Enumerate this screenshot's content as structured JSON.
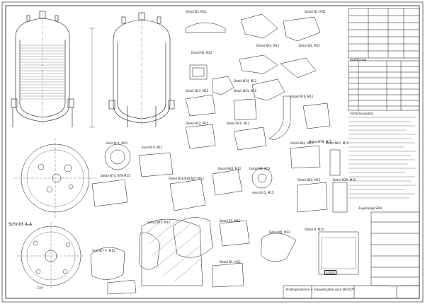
{
  "drawing": {
    "sheet_no": "33310",
    "watermark": "mfg.com",
    "bottom_caption": "Prüfmaßnahmen + Schweißnähte nach SN-0570",
    "legend_title": "Aufstellungsplan",
    "parts_title": "Ausführung",
    "revision_block_title": "Zugehörige SRbl",
    "scale_axis": "270°",
    "views": [
      {
        "id": "detail-n3-n12",
        "label": "Detail N3, M12"
      },
      {
        "id": "detail-n2-n5",
        "label": "Detail N2, M52"
      },
      {
        "id": "detail-n24-n12",
        "label": "Detail N24, M12"
      },
      {
        "id": "detail-n3-m12",
        "label": "Detail N3, M12"
      },
      {
        "id": "detail-n1-m52",
        "label": "Detail N1, M52"
      },
      {
        "id": "detail-n76-m15",
        "label": "Detail N76, M15"
      },
      {
        "id": "detail-n27-m15",
        "label": "Detail N27, M15"
      },
      {
        "id": "detail-n53-m15",
        "label": "Detail N53, M15"
      },
      {
        "id": "detail-n74-m12",
        "label": "Detail N74, M12"
      },
      {
        "id": "detail-n78-m15",
        "label": "Detail N78, M15"
      },
      {
        "id": "detail-n52-m15",
        "label": "Detail N52, M15"
      },
      {
        "id": "detail-n20-m12",
        "label": "Detail N20, M12"
      },
      {
        "id": "detail-n63-m12",
        "label": "Detail N63, M12"
      },
      {
        "id": "detail-n67-m15",
        "label": "Detail N67, M15"
      },
      {
        "id": "ansicht-x-m15",
        "label": "Ansicht X, M15"
      },
      {
        "id": "ansicht-p-m12",
        "label": "Ansicht P, M12"
      },
      {
        "id": "detail-n74-n78",
        "label": "Detail N74, N78 M15"
      },
      {
        "id": "detail-n26-n28",
        "label": "Detail N26,N28,N27 M12"
      },
      {
        "id": "detail-n40-m12",
        "label": "Detail N40, M12"
      },
      {
        "id": "detail-n8-m12",
        "label": "Detail N8, M12"
      },
      {
        "id": "ansicht-q-m15",
        "label": "Ansicht Q, M15"
      },
      {
        "id": "detail-n61-m15",
        "label": "Detail N61, M15"
      },
      {
        "id": "detail-n29-m15",
        "label": "Detail N29, M15"
      },
      {
        "id": "schnitt-a-a",
        "label": "Schnitt A-A"
      },
      {
        "id": "detail-n75-m12",
        "label": "Detail N75, M12"
      },
      {
        "id": "detail-e5-m12",
        "label": "Detail E5, M12"
      },
      {
        "id": "schnitt-f-m15",
        "label": "Schnitt F-F, M15"
      },
      {
        "id": "detail-n5-m12",
        "label": "Detail N5, M12"
      },
      {
        "id": "detail-h-m12",
        "label": "Detail H, M12"
      },
      {
        "id": "detail-n1b-m12",
        "label": "Detail N1, M12"
      }
    ]
  }
}
